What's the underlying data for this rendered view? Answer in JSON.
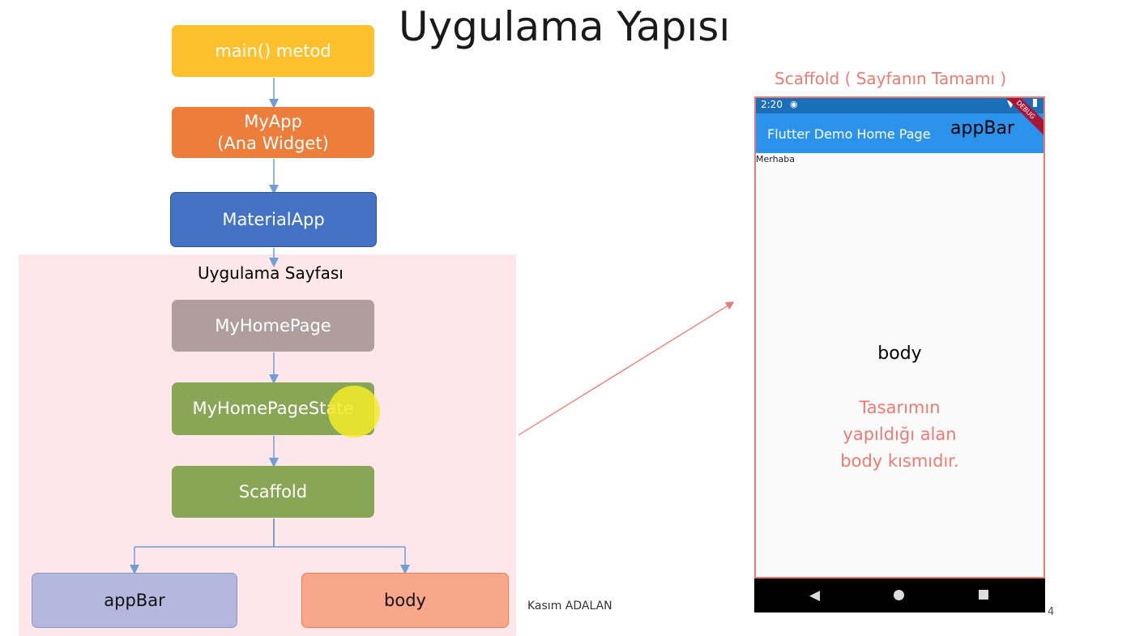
{
  "slide": {
    "title": "Uygulama Yapısı",
    "author": "Kasım ADALAN",
    "page_number": "4"
  },
  "hierarchy": {
    "main": "main() metod",
    "myapp_line1": "MyApp",
    "myapp_line2": "(Ana Widget)",
    "material": "MaterialApp",
    "section_label": "Uygulama Sayfası",
    "homepage": "MyHomePage",
    "state": "MyHomePageState",
    "scaffold": "Scaffold",
    "appbar": "appBar",
    "body": "body"
  },
  "phone": {
    "caption": "Scaffold ( Sayfanın Tamamı )",
    "status_time": "2:20",
    "debug_banner": "DEBUG",
    "appbar_title": "Flutter Demo Home Page",
    "appbar_tag": "appBar",
    "content_text": "Merhaba",
    "body_label": "body",
    "body_desc_1": "Tasarımın",
    "body_desc_2": "yapıldığı alan",
    "body_desc_3": "body kısmıdır.",
    "nav_icons": [
      "back-triangle-icon",
      "home-circle-icon",
      "recents-square-icon"
    ]
  },
  "colors": {
    "main": "#fec12d",
    "myapp": "#ec7d3a",
    "material": "#4472c4",
    "homepage": "#b09e9f",
    "state": "#88a656",
    "scaffold": "#88a656",
    "appbar_box": "#b3b8dc",
    "body_box": "#f8a78c",
    "connector": "#6f9fd3",
    "accent_red": "#ee7b72"
  }
}
